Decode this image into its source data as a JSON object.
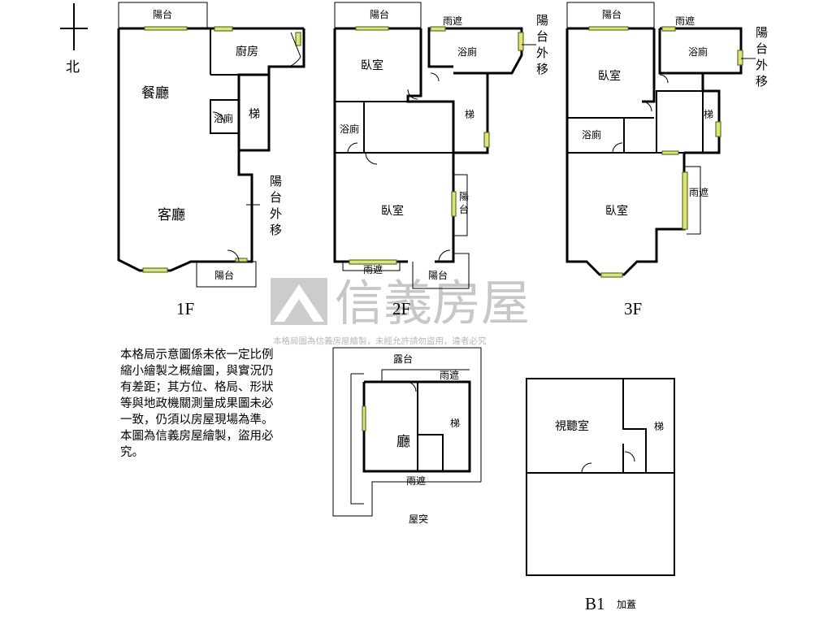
{
  "compass": {
    "north_label": "北"
  },
  "floors": {
    "f1": {
      "floor_label": "1F",
      "rooms": {
        "balcony_top": "陽台",
        "kitchen": "廚房",
        "dining": "餐廳",
        "bathroom": "浴廁",
        "stairs": "梯",
        "balcony_out": "陽台外移",
        "living": "客廳",
        "balcony_bottom": "陽台"
      }
    },
    "f2": {
      "floor_label": "2F",
      "rooms": {
        "balcony_top": "陽台",
        "canopy_top": "雨遮",
        "bedroom_top": "臥室",
        "bathroom_top": "浴廁",
        "balcony_out": "陽台外移",
        "bathroom_left": "浴廁",
        "stairs": "梯",
        "bedroom_main": "臥室",
        "balcony_side": "陽台",
        "canopy_bottom": "雨遮",
        "balcony_bottom": "陽台"
      }
    },
    "f3": {
      "floor_label": "3F",
      "rooms": {
        "balcony_top": "陽台",
        "canopy_top": "雨遮",
        "bedroom_top": "臥室",
        "bathroom_top": "浴廁",
        "balcony_out": "陽台外移",
        "stairs": "梯",
        "bathroom_left": "浴廁",
        "canopy_side": "雨遮",
        "bedroom_main": "臥室"
      }
    },
    "roof": {
      "floor_label": "屋突",
      "rooms": {
        "terrace": "露台",
        "canopy_top": "雨遮",
        "stairs": "梯",
        "hall": "廳",
        "canopy_bottom": "雨遮"
      }
    },
    "b1": {
      "floor_label": "B1",
      "floor_note": "加蓋",
      "rooms": {
        "av_room": "視聽室",
        "stairs": "梯"
      }
    }
  },
  "note": "本格局示意圖係未依一定比例縮小繪製之概繪圖，與實況仍有差距；其方位、格局、形狀等與地政機關測量成果圖未必一致，仍須以房屋現場為準。本圖為信義房屋繪製，盜用必究。",
  "watermark": {
    "brand": "信義房屋",
    "notice": "本格局圖為信義房屋繪製，未經允許請勿盜用，違者必究"
  },
  "colors": {
    "window_fill": "#e8e070",
    "window_edge": "#4a7a2a",
    "watermark_gray": "#9a9a9a"
  }
}
